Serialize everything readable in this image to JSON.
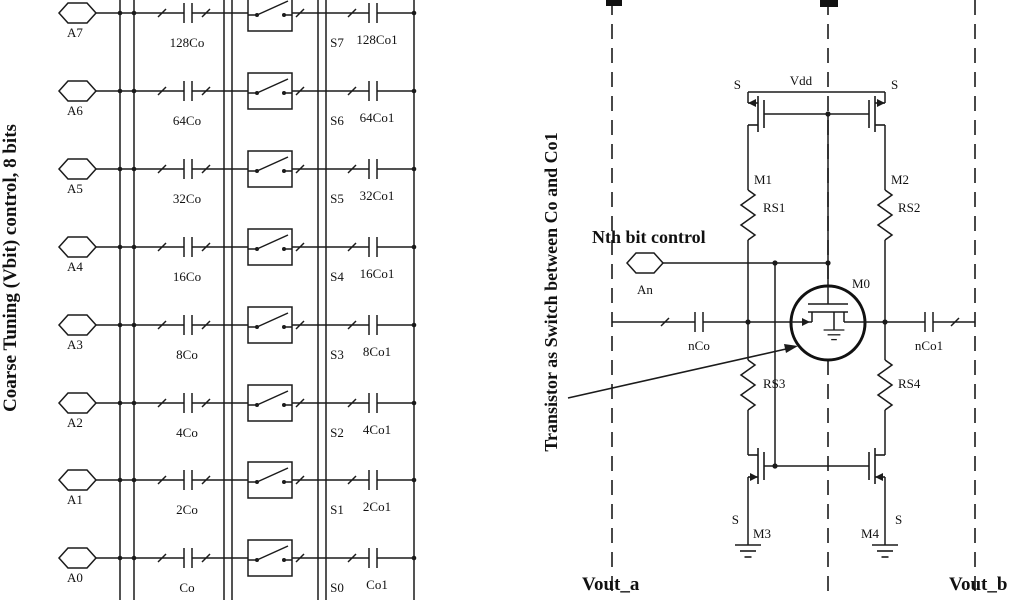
{
  "left_panel": {
    "title": "Coarse Tuning (Vbit) control, 8 bits",
    "rows": [
      {
        "pin": "A7",
        "cap": "128Co",
        "switch": "S7",
        "cap_out": "128Co1"
      },
      {
        "pin": "A6",
        "cap": "64Co",
        "switch": "S6",
        "cap_out": "64Co1"
      },
      {
        "pin": "A5",
        "cap": "32Co",
        "switch": "S5",
        "cap_out": "32Co1"
      },
      {
        "pin": "A4",
        "cap": "16Co",
        "switch": "S4",
        "cap_out": "16Co1"
      },
      {
        "pin": "A3",
        "cap": "8Co",
        "switch": "S3",
        "cap_out": "8Co1"
      },
      {
        "pin": "A2",
        "cap": "4Co",
        "switch": "S2",
        "cap_out": "4Co1"
      },
      {
        "pin": "A1",
        "cap": "2Co",
        "switch": "S1",
        "cap_out": "2Co1"
      },
      {
        "pin": "A0",
        "cap": "Co",
        "switch": "S0",
        "cap_out": "Co1"
      }
    ]
  },
  "right_panel": {
    "annotation_vertical": "Transistor as Switch between Co and Co1",
    "control_label": "Nth bit control",
    "pin": "An",
    "supply": "Vdd",
    "vout_a": "Vout_a",
    "vout_b": "Vout_b",
    "devices": {
      "m1": "M1",
      "m2": "M2",
      "m3": "M3",
      "m4": "M4",
      "m0": "M0",
      "rs1": "RS1",
      "rs2": "RS2",
      "rs3": "RS3",
      "rs4": "RS4",
      "cap_left": "nCo",
      "cap_right": "nCo1",
      "s": "S"
    }
  }
}
